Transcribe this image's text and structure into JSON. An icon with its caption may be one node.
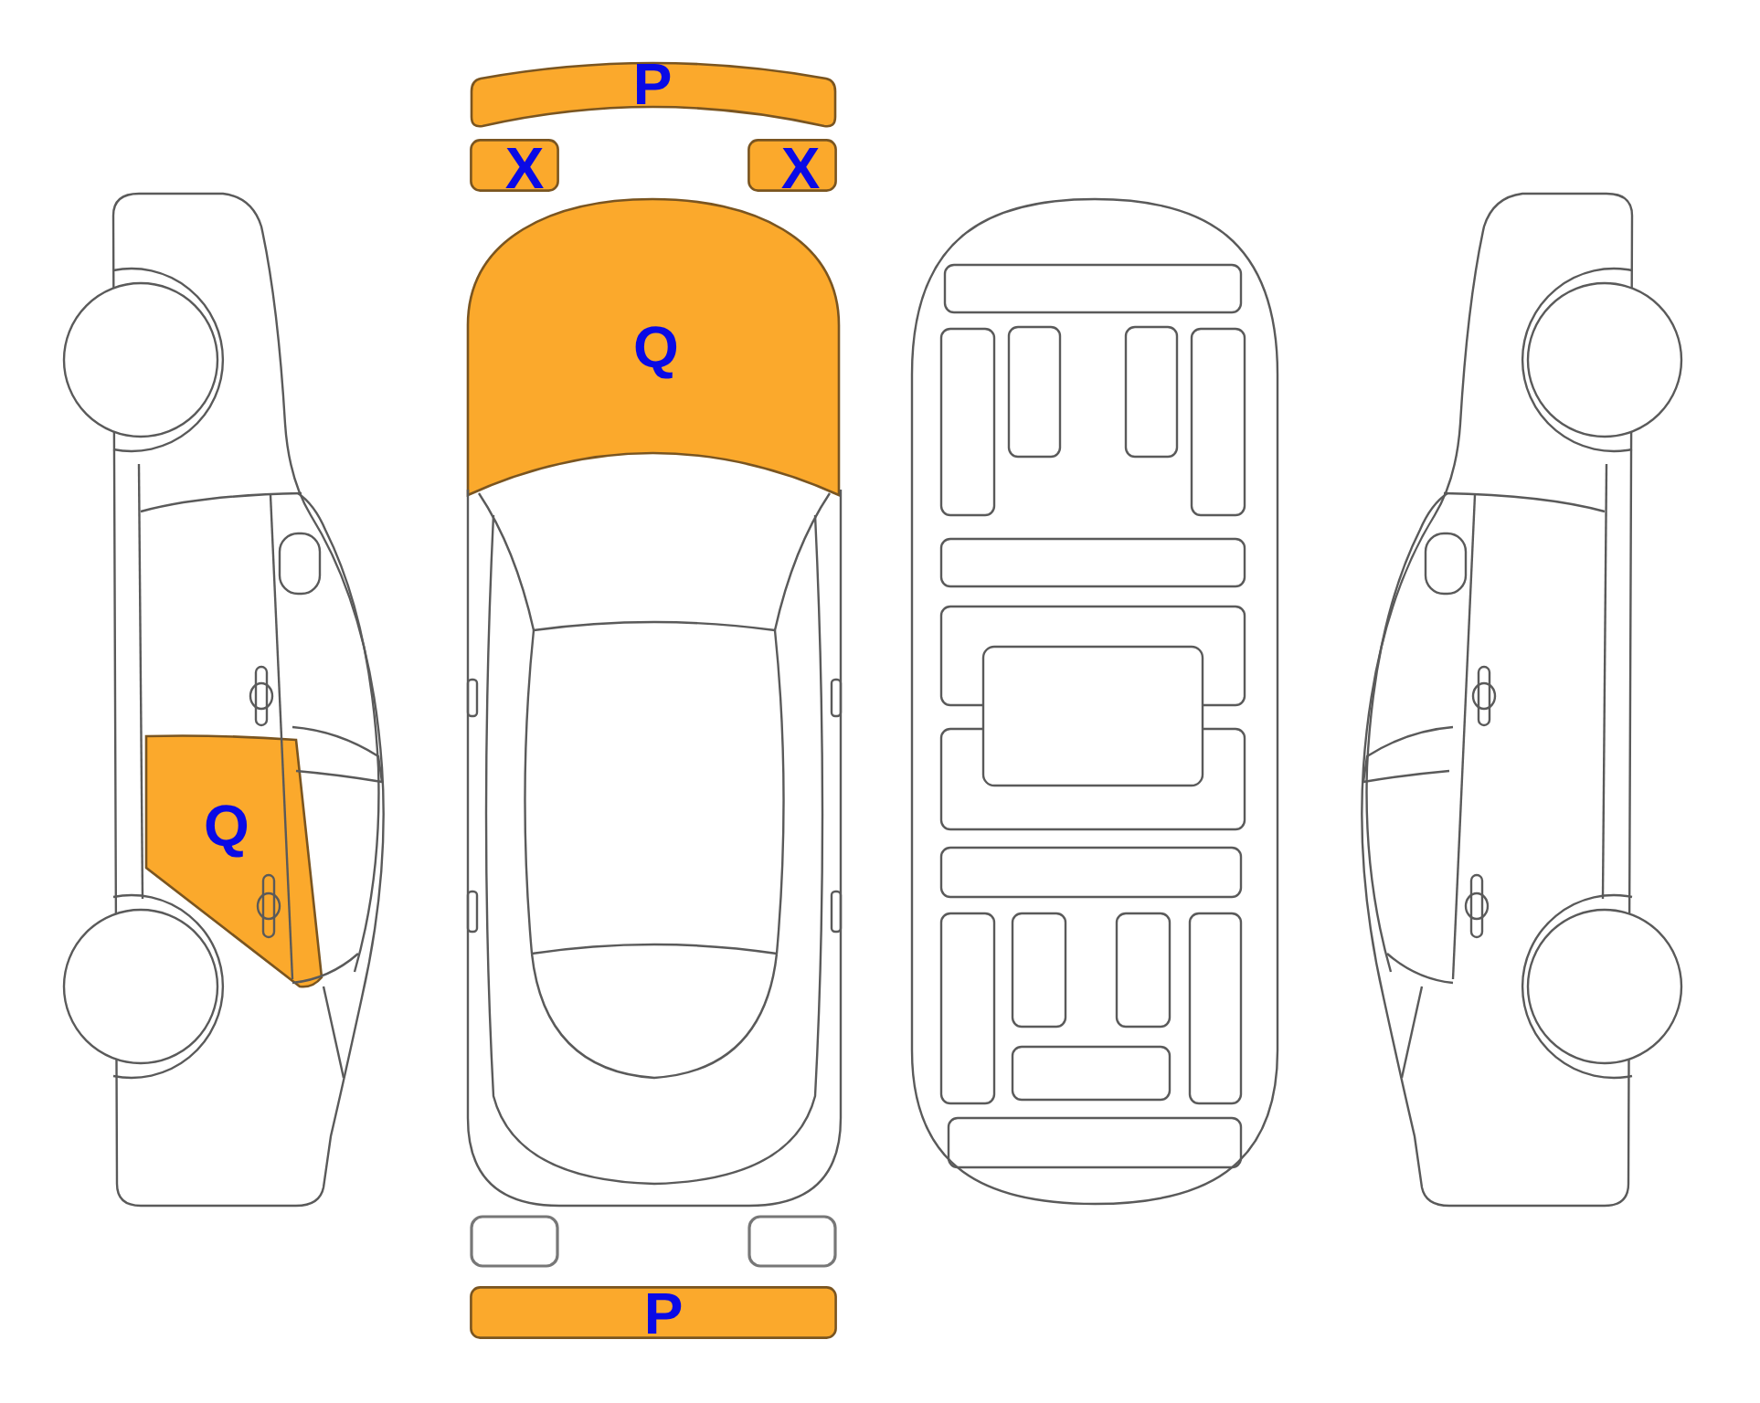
{
  "diagram": {
    "nodes": [
      {
        "text": [
          "P"
        ]
      },
      {
        "text": [
          "X"
        ]
      },
      {
        "text": [
          "X"
        ]
      },
      {
        "text": [
          "Q"
        ]
      },
      {
        "text": [
          "Q"
        ]
      },
      {
        "text": [],
        "shape": "box"
      },
      {
        "text": [],
        "shape": "box"
      },
      {
        "text": [
          "P"
        ]
      }
    ]
  }
}
